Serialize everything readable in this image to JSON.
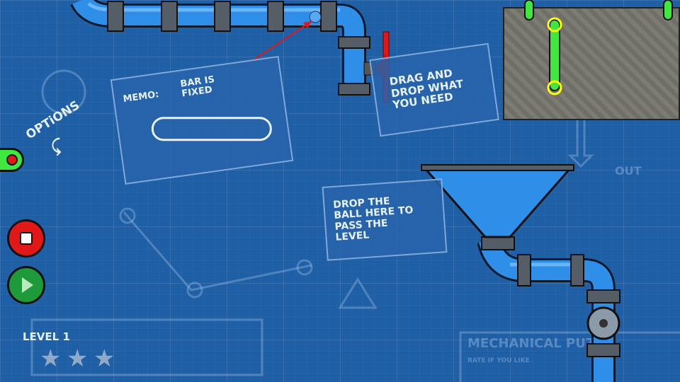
{
  "hud": {
    "options_label": "OPTiONS",
    "level_label": "LEVEL 1",
    "stars_total": 3,
    "stars_earned": 0
  },
  "notes": {
    "memo_title": "MEMO:",
    "memo_text": "BAR IS FIXED",
    "drag_text": "DRAG AND DROP WHAT YOU NEED",
    "drop_text": "DROP THE BALL HERE TO PASS THE LEVEL"
  },
  "background": {
    "out_label": "OUT",
    "title_text": "MECHANICAL PUZ",
    "subtitle_text": "RATE IF YOU LIKE"
  },
  "colors": {
    "pipe": "#2f8ee8",
    "stop": "#e01818",
    "play": "#1f9a3a",
    "green_bar": "#3ee83e",
    "panel": "#6f6f68"
  }
}
